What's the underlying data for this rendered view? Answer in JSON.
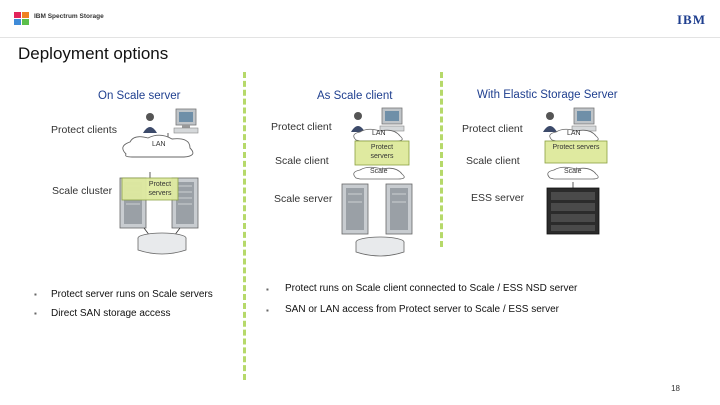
{
  "header": {
    "logo_text": "IBM Spectrum Storage",
    "brand": "IBM",
    "title": "Deployment options"
  },
  "columns": {
    "scale_server": {
      "heading": "On Scale server",
      "protect_clients": "Protect clients",
      "lan": "LAN",
      "scale_cluster": "Scale cluster",
      "protect_servers": "Protect servers"
    },
    "scale_client": {
      "heading": "As Scale client",
      "protect_client": "Protect client",
      "lan": "LAN",
      "protect_servers": "Protect servers",
      "scale_client": "Scale client",
      "scale": "Scale",
      "scale_server": "Scale server"
    },
    "ess": {
      "heading": "With Elastic Storage Server",
      "protect_client": "Protect client",
      "lan": "LAN",
      "protect_servers": "Protect servers",
      "scale_client": "Scale client",
      "scale": "Scale",
      "ess_server": "ESS server"
    }
  },
  "bullets": {
    "left": [
      "Protect server runs on Scale servers",
      "Direct SAN storage access"
    ],
    "right": [
      "Protect runs on Scale client connected to Scale / ESS NSD server",
      "SAN or LAN access from Protect server to Scale / ESS server"
    ]
  },
  "page_number": "18",
  "colors": {
    "heading": "#1f3f8f",
    "divider": "#b6d96a",
    "protect_box": "#dfeaa0"
  }
}
